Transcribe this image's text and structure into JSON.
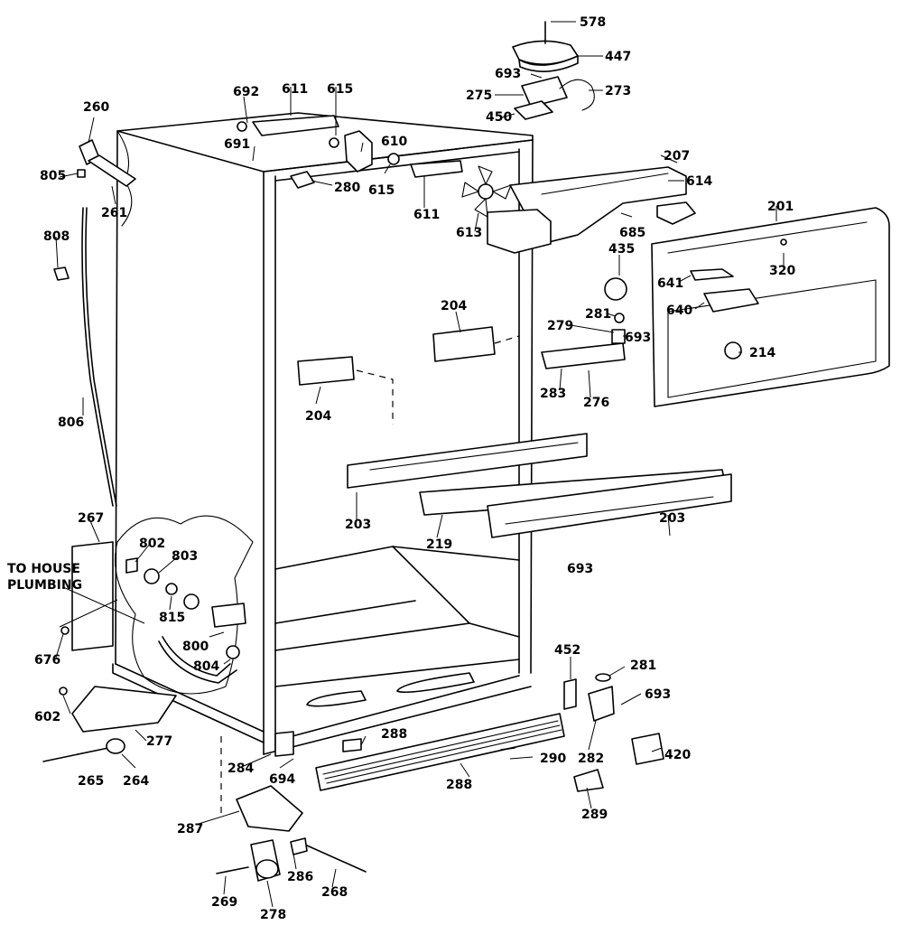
{
  "part_numbers": {
    "p578": "578",
    "p447": "447",
    "p693a": "693",
    "p273": "273",
    "p275": "275",
    "p450": "450",
    "p207": "207",
    "p614": "614",
    "p685": "685",
    "p201": "201",
    "p320": "320",
    "p435": "435",
    "p641": "641",
    "p640": "640",
    "p281a": "281",
    "p279": "279",
    "p693b": "693",
    "p214": "214",
    "p283": "283",
    "p276": "276",
    "p204a": "204",
    "p692": "692",
    "p611a": "611",
    "p615a": "615",
    "p691": "691",
    "p610": "610",
    "p615b": "615",
    "p611b": "611",
    "p613": "613",
    "p280": "280",
    "p260": "260",
    "p805": "805",
    "p261": "261",
    "p808": "808",
    "p806": "806",
    "p204b": "204",
    "p203a": "203",
    "p219": "219",
    "p203b": "203",
    "p693c": "693",
    "p267": "267",
    "p802": "802",
    "p803": "803",
    "p815": "815",
    "p800": "800",
    "p804": "804",
    "p676": "676",
    "p602": "602",
    "p277": "277",
    "p265": "265",
    "p264": "264",
    "p284": "284",
    "p694": "694",
    "p288a": "288",
    "p288b": "288",
    "p290": "290",
    "p452": "452",
    "p281b": "281",
    "p693d": "693",
    "p282": "282",
    "p420": "420",
    "p289": "289",
    "p287": "287",
    "p286": "286",
    "p269": "269",
    "p278": "278",
    "p268": "268"
  },
  "callout_text": {
    "line1": "TO HOUSE",
    "line2": "PLUMBING"
  }
}
